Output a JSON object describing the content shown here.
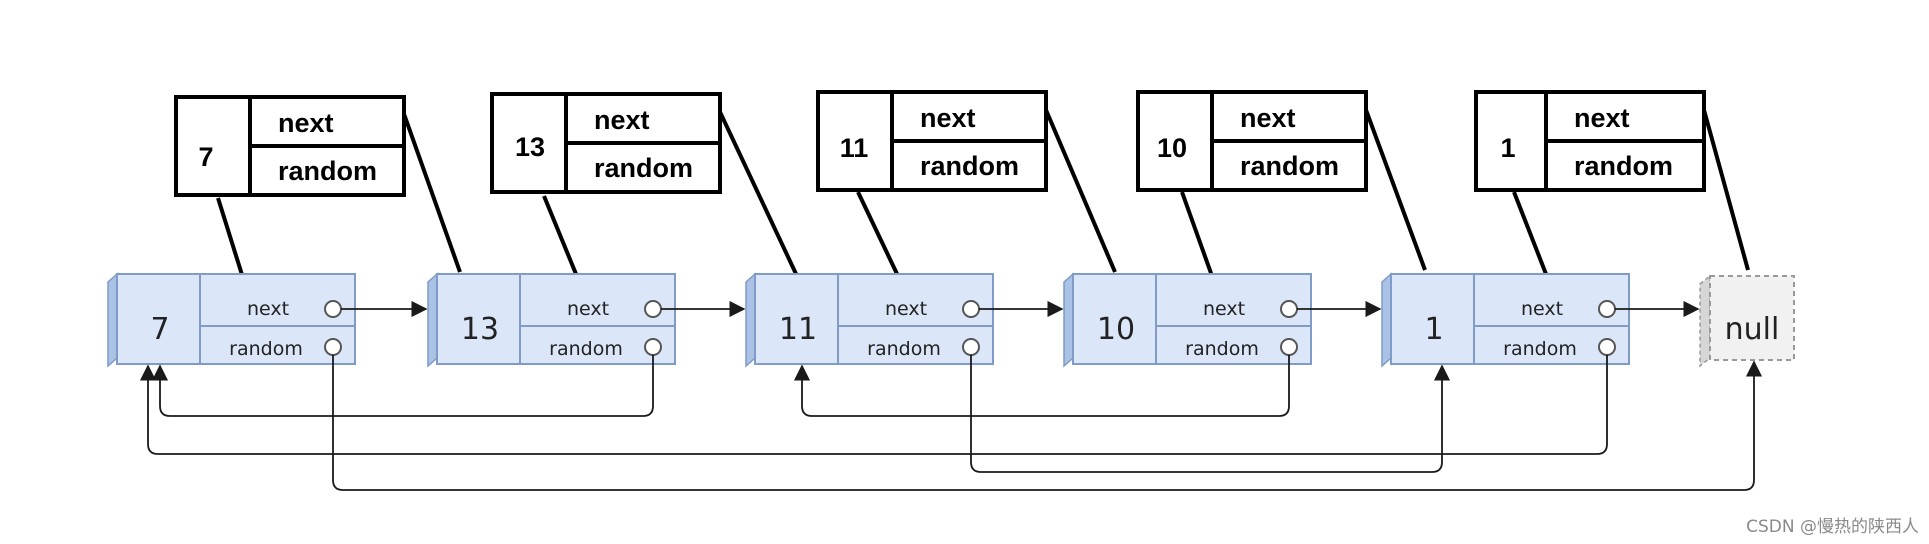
{
  "nodes": [
    {
      "val": "7"
    },
    {
      "val": "13"
    },
    {
      "val": "11"
    },
    {
      "val": "10"
    },
    {
      "val": "1"
    }
  ],
  "field_labels": {
    "next": "next",
    "random": "random"
  },
  "null_label": "null",
  "watermark": "CSDN @慢热的陕西人"
}
